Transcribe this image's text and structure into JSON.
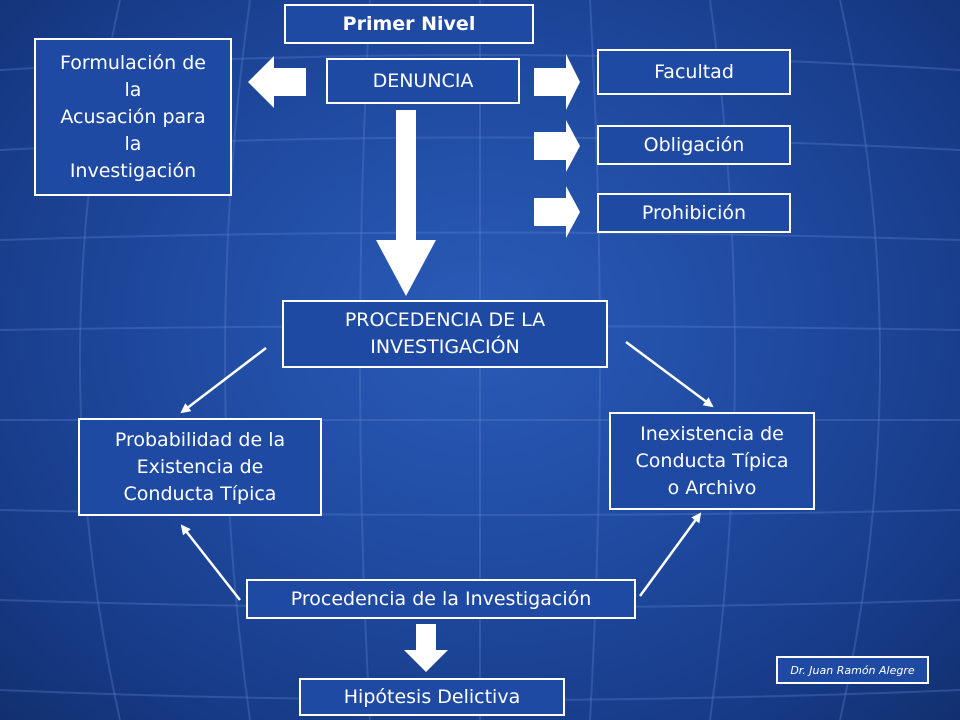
{
  "title": "Primer Nivel",
  "nodes": {
    "denuncia": "DENUNCIA",
    "formulacion": "Formulación de\nla\nAcusación para\nla\nInvestigación",
    "facultad": "Facultad",
    "obligacion": "Obligación",
    "prohibicion": "Prohibición",
    "procedencia_upper": "PROCEDENCIA DE LA\nINVESTIGACIÓN",
    "probabilidad": "Probabilidad de la\nExistencia de\nConducta Típica",
    "inexistencia": "Inexistencia de\nConducta Típica\no Archivo",
    "procedencia_lower": "Procedencia de la Investigación",
    "hipotesis": "Hipótesis Delictiva"
  },
  "credit": "Dr. Juan Ramón Alegre",
  "colors": {
    "background": "#1f4aa0",
    "box_fill": "#1e4aa3",
    "line": "#ffffff"
  }
}
